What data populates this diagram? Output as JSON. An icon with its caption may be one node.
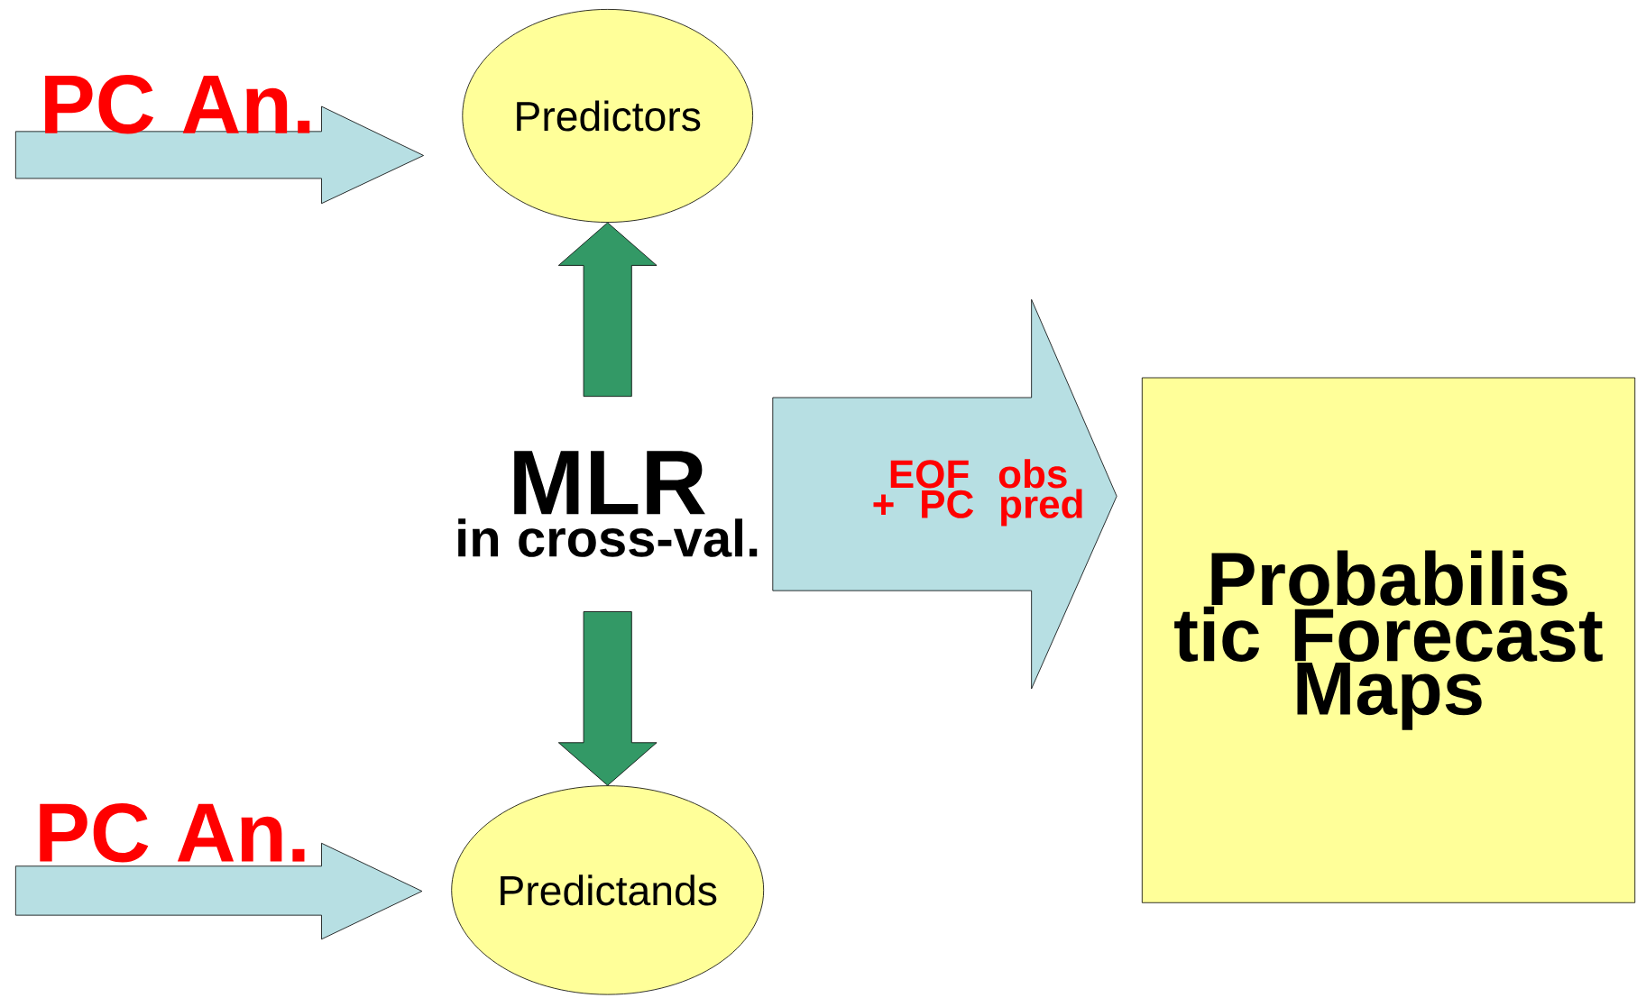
{
  "diagram": {
    "nodes": [
      {
        "text": [
          "Predictors"
        ]
      },
      {
        "text": [
          "MLR",
          "in cross-val."
        ]
      },
      {
        "text": [
          "Predictands"
        ]
      },
      {
        "text": [
          "Probabilis tic Forecast Maps"
        ]
      }
    ],
    "edges": [
      {
        "from": null,
        "to": 0,
        "arrow": "to",
        "label": "PC An."
      },
      {
        "from": 1,
        "to": 0,
        "arrow": "to",
        "color": "#339966"
      },
      {
        "from": 1,
        "to": 2,
        "arrow": "to",
        "color": "#339966"
      },
      {
        "from": 1,
        "to": 3,
        "arrow": "to",
        "label": "EOF obs + PC pred"
      },
      {
        "from": null,
        "to": 2,
        "arrow": "to",
        "label": "PC An."
      }
    ]
  }
}
